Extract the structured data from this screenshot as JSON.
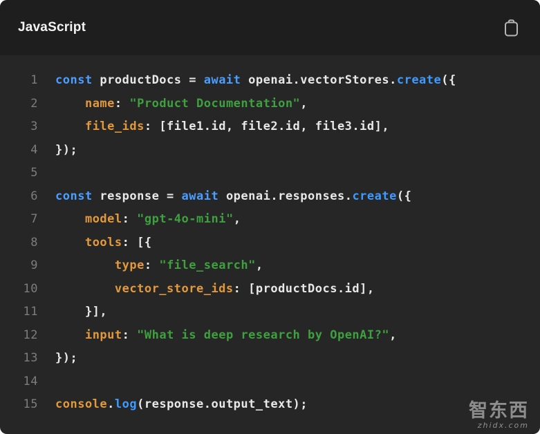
{
  "header": {
    "title": "JavaScript"
  },
  "colors": {
    "header-bg": "#1e1e1e",
    "body-bg": "#262626",
    "plain": "#e8e8e8",
    "keyword": "#4a9eff",
    "function": "#3d9bff",
    "property": "#e2993c",
    "string": "#3ea03e",
    "line-number": "#7d7d7d",
    "title": "#f2f2f2",
    "icon": "#b5b5b5"
  },
  "code": {
    "language": "JavaScript",
    "lines": [
      {
        "num": "1",
        "tokens": [
          {
            "t": "const",
            "c": "keyword"
          },
          {
            "t": " productDocs = ",
            "c": "plain"
          },
          {
            "t": "await",
            "c": "keyword"
          },
          {
            "t": " openai.vectorStores.",
            "c": "plain"
          },
          {
            "t": "create",
            "c": "function"
          },
          {
            "t": "({",
            "c": "plain"
          }
        ]
      },
      {
        "num": "2",
        "tokens": [
          {
            "t": "    ",
            "c": "plain"
          },
          {
            "t": "name",
            "c": "property"
          },
          {
            "t": ": ",
            "c": "plain"
          },
          {
            "t": "\"Product Documentation\"",
            "c": "string"
          },
          {
            "t": ",",
            "c": "plain"
          }
        ]
      },
      {
        "num": "3",
        "tokens": [
          {
            "t": "    ",
            "c": "plain"
          },
          {
            "t": "file_ids",
            "c": "property"
          },
          {
            "t": ": [file1.id, file2.id, file3.id],",
            "c": "plain"
          }
        ]
      },
      {
        "num": "4",
        "tokens": [
          {
            "t": "});",
            "c": "plain"
          }
        ]
      },
      {
        "num": "5",
        "tokens": []
      },
      {
        "num": "6",
        "tokens": [
          {
            "t": "const",
            "c": "keyword"
          },
          {
            "t": " response = ",
            "c": "plain"
          },
          {
            "t": "await",
            "c": "keyword"
          },
          {
            "t": " openai.responses.",
            "c": "plain"
          },
          {
            "t": "create",
            "c": "function"
          },
          {
            "t": "({",
            "c": "plain"
          }
        ]
      },
      {
        "num": "7",
        "tokens": [
          {
            "t": "    ",
            "c": "plain"
          },
          {
            "t": "model",
            "c": "property"
          },
          {
            "t": ": ",
            "c": "plain"
          },
          {
            "t": "\"gpt-4o-mini\"",
            "c": "string"
          },
          {
            "t": ",",
            "c": "plain"
          }
        ]
      },
      {
        "num": "8",
        "tokens": [
          {
            "t": "    ",
            "c": "plain"
          },
          {
            "t": "tools",
            "c": "property"
          },
          {
            "t": ": [{",
            "c": "plain"
          }
        ]
      },
      {
        "num": "9",
        "tokens": [
          {
            "t": "        ",
            "c": "plain"
          },
          {
            "t": "type",
            "c": "property"
          },
          {
            "t": ": ",
            "c": "plain"
          },
          {
            "t": "\"file_search\"",
            "c": "string"
          },
          {
            "t": ",",
            "c": "plain"
          }
        ]
      },
      {
        "num": "10",
        "tokens": [
          {
            "t": "        ",
            "c": "plain"
          },
          {
            "t": "vector_store_ids",
            "c": "property"
          },
          {
            "t": ": [productDocs.id],",
            "c": "plain"
          }
        ]
      },
      {
        "num": "11",
        "tokens": [
          {
            "t": "    }],",
            "c": "plain"
          }
        ]
      },
      {
        "num": "12",
        "tokens": [
          {
            "t": "    ",
            "c": "plain"
          },
          {
            "t": "input",
            "c": "property"
          },
          {
            "t": ": ",
            "c": "plain"
          },
          {
            "t": "\"What is deep research by OpenAI?\"",
            "c": "string"
          },
          {
            "t": ",",
            "c": "plain"
          }
        ]
      },
      {
        "num": "13",
        "tokens": [
          {
            "t": "});",
            "c": "plain"
          }
        ]
      },
      {
        "num": "14",
        "tokens": []
      },
      {
        "num": "15",
        "tokens": [
          {
            "t": "console",
            "c": "property"
          },
          {
            "t": ".",
            "c": "plain"
          },
          {
            "t": "log",
            "c": "function"
          },
          {
            "t": "(response.output_text);",
            "c": "plain"
          }
        ]
      }
    ]
  },
  "watermark": {
    "brand": "智东西",
    "domain": "zhidx.com"
  }
}
